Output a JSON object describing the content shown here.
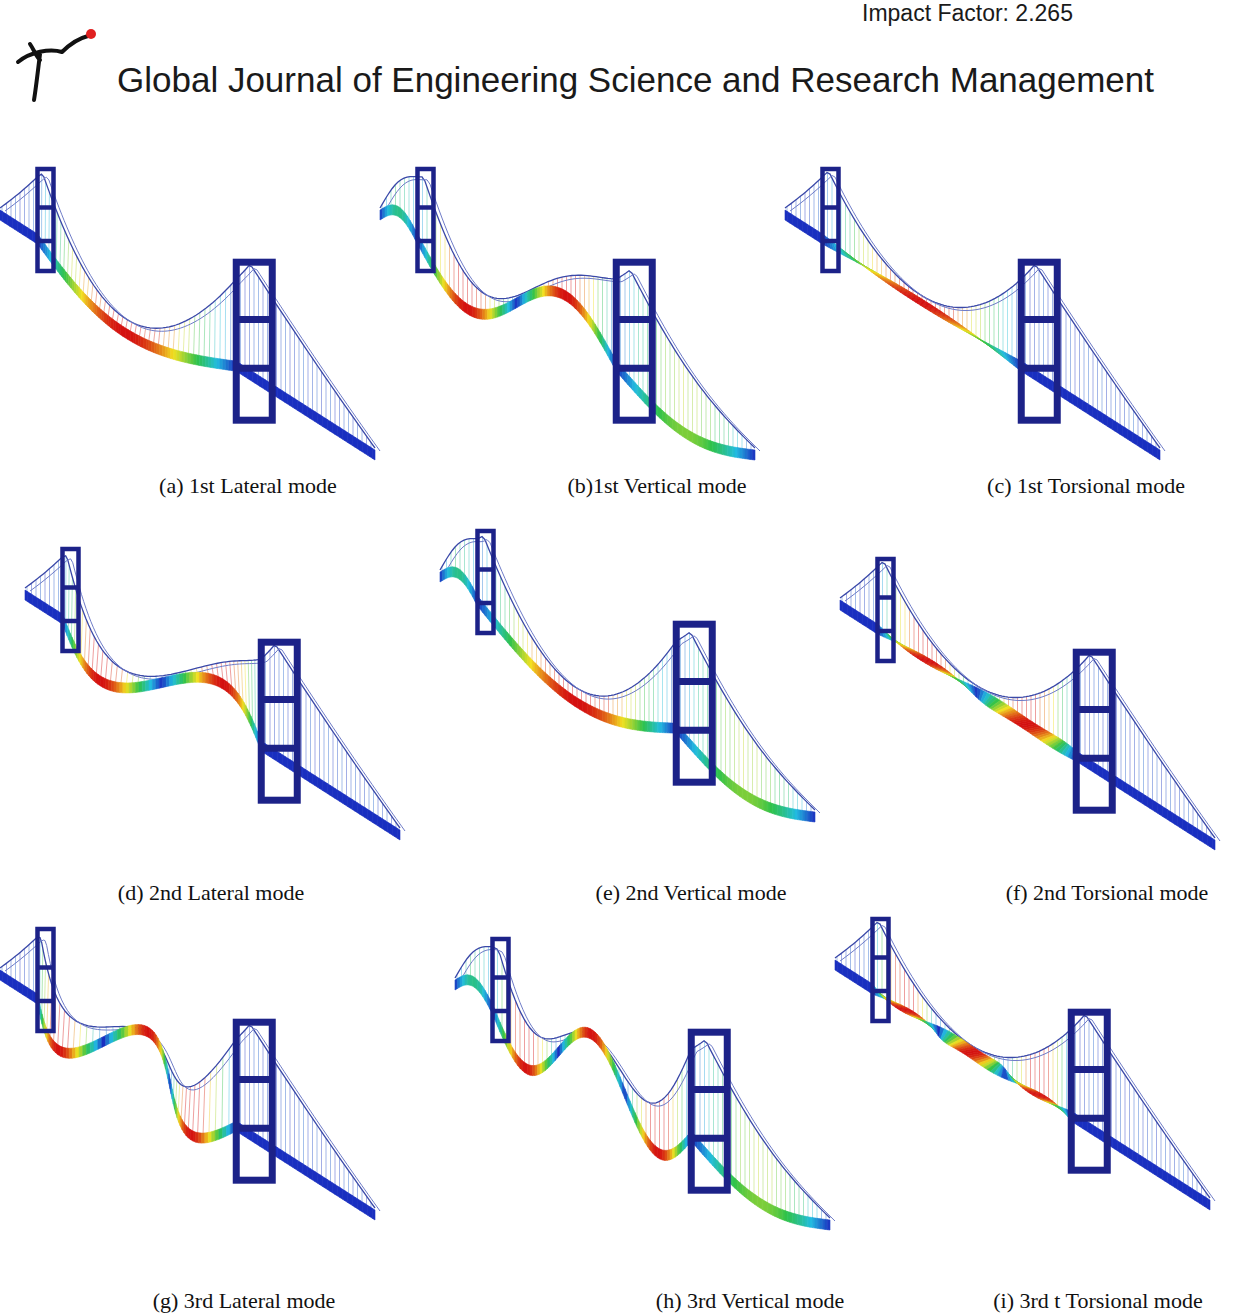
{
  "diagram": {
    "title": "Global Journal of Engineering Science and Research Management",
    "labels": [
      "Impact Factor: 2.265",
      "(a) 1st Lateral mode",
      "(b)1st Vertical mode",
      "(c) 1st Torsional mode",
      "(d) 2nd Lateral mode",
      "(e) 2nd Vertical mode",
      "(f) 2nd Torsional mode",
      "(g) 3rd Lateral mode",
      "(h) 3rd Vertical mode",
      "(i) 3rd t Torsional mode"
    ]
  }
}
